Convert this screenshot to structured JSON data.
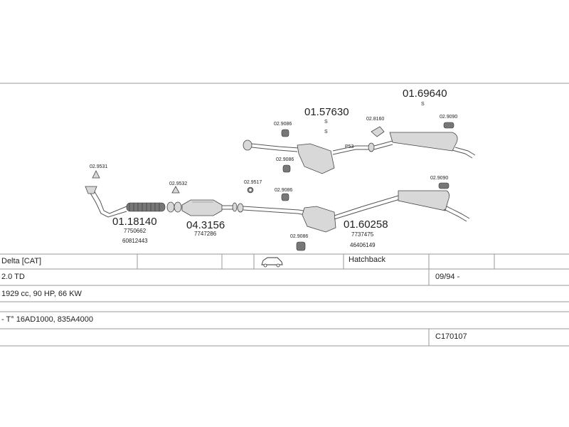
{
  "parts": {
    "p_01_18140": "01.18140",
    "p_01_18140_ref1": "7750662",
    "p_01_18140_ref2": "60812443",
    "p_04_3156": "04.3156",
    "p_04_3156_ref1": "7747286",
    "p_01_57630": "01.57630",
    "p_01_57630_s1": "S",
    "p_01_57630_s2": "S",
    "p_01_69640": "01.69640",
    "p_01_69640_s": "S",
    "p_01_60258": "01.60258",
    "p_01_60258_ref1": "7737475",
    "p_01_60258_ref2": "46406149",
    "pipe_tag": "P53"
  },
  "accessories": {
    "a_02_9531": "02.9531",
    "a_02_9532": "02.9532",
    "a_02_9517": "02.9517",
    "a_02_9086_a": "02.9086",
    "a_02_9086_b": "02.9086",
    "a_02_9086_c": "02.9086",
    "a_02_9086_d": "02.9086",
    "a_02_8160": "02.8160",
    "a_02_9090_a": "02.9090",
    "a_02_9090_b": "02.9090"
  },
  "table": {
    "model": "Delta  [CAT]",
    "body_type": "Hatchback",
    "engine": "2.0 TD",
    "date_range": "09/94 -",
    "specs": "1929 cc, 90 HP, 66 KW",
    "engine_codes": "- T° 16AD1000, 835A4000",
    "catalog_code": "C170107",
    "vehicle_icon": "hatchback-car-icon"
  }
}
